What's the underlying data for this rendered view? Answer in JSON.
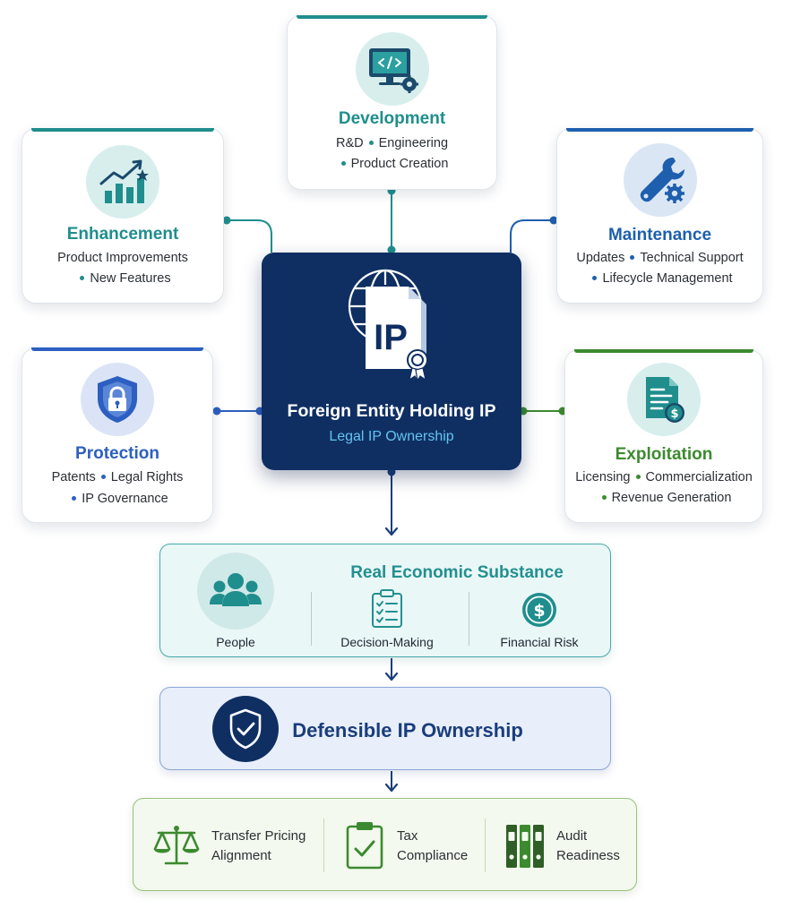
{
  "center": {
    "title": "Foreign Entity Holding IP",
    "subtitle": "Legal IP Ownership",
    "icon": "globe-document-ip-icon",
    "icon_text": "IP"
  },
  "functions": {
    "development": {
      "title": "Development",
      "line1": [
        "R&D",
        "Engineering"
      ],
      "line2": [
        "Product Creation"
      ],
      "color": "#1f8e8d",
      "icon": "code-monitor-gear-icon"
    },
    "enhancement": {
      "title": "Enhancement",
      "line1": [
        "Product Improvements"
      ],
      "line2": [
        "New Features"
      ],
      "color": "#1f8e8d",
      "icon": "growth-chart-star-icon"
    },
    "maintenance": {
      "title": "Maintenance",
      "line1": [
        "Updates",
        "Technical Support"
      ],
      "line2": [
        "Lifecycle Management"
      ],
      "color": "#1e5fae",
      "icon": "wrench-gear-icon"
    },
    "protection": {
      "title": "Protection",
      "line1": [
        "Patents",
        "Legal Rights"
      ],
      "line2": [
        "IP Governance"
      ],
      "color": "#2c5fc1",
      "icon": "shield-lock-icon"
    },
    "exploitation": {
      "title": "Exploitation",
      "line1": [
        "Licensing",
        "Commercialization"
      ],
      "line2": [
        "Revenue Generation"
      ],
      "color": "#3c8a2f",
      "icon": "invoice-dollar-icon"
    }
  },
  "substance": {
    "title": "Real Economic Substance",
    "items": [
      {
        "label": "People",
        "icon": "people-group-icon"
      },
      {
        "label": "Decision-Making",
        "icon": "checklist-clipboard-icon"
      },
      {
        "label": "Financial Risk",
        "icon": "dollar-coin-icon"
      }
    ]
  },
  "outcome": {
    "title": "Defensible IP Ownership",
    "icon": "shield-check-icon"
  },
  "compliance": {
    "items": [
      {
        "line1": "Transfer Pricing",
        "line2": "Alignment",
        "icon": "balance-scale-icon"
      },
      {
        "line1": "Tax",
        "line2": "Compliance",
        "icon": "clipboard-check-icon"
      },
      {
        "line1": "Audit",
        "line2": "Readiness",
        "icon": "binders-icon"
      }
    ]
  },
  "colors": {
    "navy": "#0f2f63",
    "teal": "#1f8e8d",
    "blue": "#1e5fae",
    "green": "#3c8a2f",
    "connector": "#1a5f96"
  }
}
